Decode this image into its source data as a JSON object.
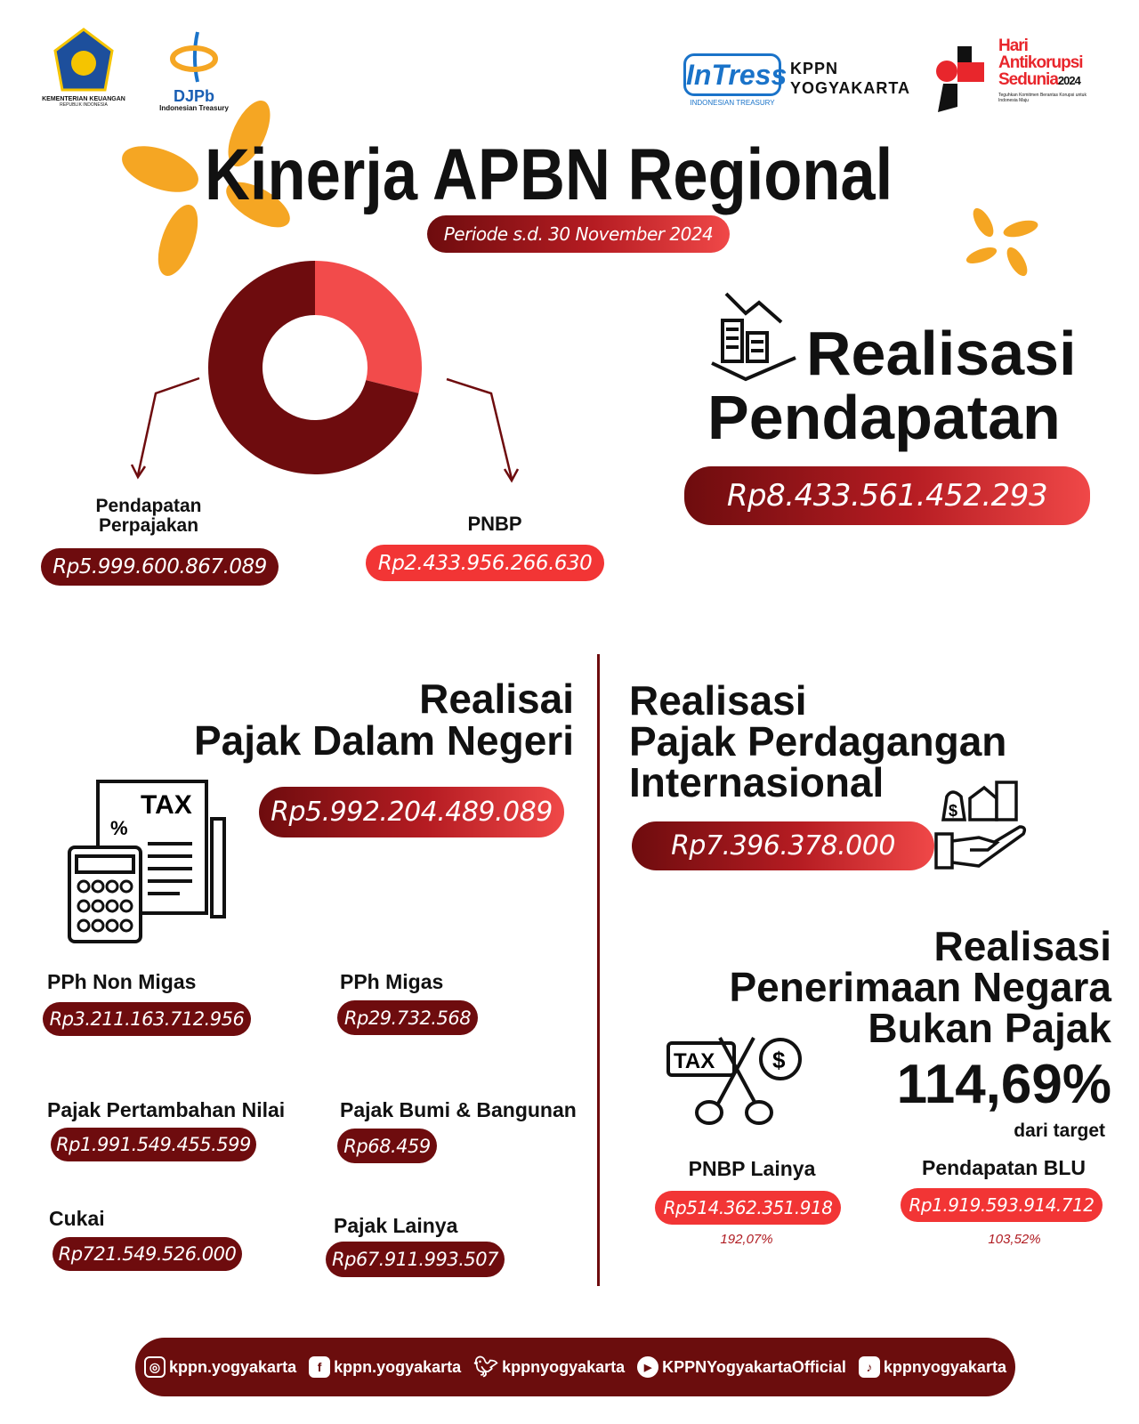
{
  "logos": {
    "kemenkeu": "KEMENTERIAN KEUANGAN",
    "kemenkeu_sub": "REPUBLIK INDONESIA",
    "djpb": "DJPb",
    "djpb_sub": "Indonesian Treasury",
    "intress": "InTress",
    "intress_sub": "INDONESIAN TREASURY",
    "kppn": "KPPN",
    "kppn_city": "YOGYAKARTA",
    "hakordia_1": "Hari",
    "hakordia_2": "Antikorupsi",
    "hakordia_3": "Sedunia",
    "hakordia_year": "2024",
    "hakordia_tag": "Teguhkan Komitmen Berantas Korupsi untuk Indonesia Maju"
  },
  "header": {
    "title": "Kinerja APBN Regional",
    "period": "Periode s.d. 30 November 2024"
  },
  "pendapatan": {
    "title_1": "Realisasi",
    "title_2": "Pendapatan",
    "total": "Rp8.433.561.452.293",
    "perpajakan_label_1": "Pendapatan",
    "perpajakan_label_2": "Perpajakan",
    "perpajakan_value": "Rp5.999.600.867.089",
    "pnbp_label": "PNBP",
    "pnbp_value": "Rp2.433.956.266.630"
  },
  "chart_data": {
    "type": "pie",
    "title": "Realisasi Pendapatan",
    "categories": [
      "Pendapatan Perpajakan",
      "PNBP"
    ],
    "values": [
      5999600867089,
      2433956266630
    ],
    "colors": [
      "#6e0c0e",
      "#f24b4b"
    ]
  },
  "pdn": {
    "title_1": "Realisai",
    "title_2": "Pajak Dalam Negeri",
    "total": "Rp5.992.204.489.089",
    "icon_text": "TAX",
    "items": [
      {
        "label": "PPh Non Migas",
        "value": "Rp3.211.163.712.956"
      },
      {
        "label": "PPh Migas",
        "value": "Rp29.732.568"
      },
      {
        "label": "Pajak Pertambahan Nilai",
        "value": "Rp1.991.549.455.599"
      },
      {
        "label": "Pajak Bumi & Bangunan",
        "value": "Rp68.459"
      },
      {
        "label": "Cukai",
        "value": "Rp721.549.526.000"
      },
      {
        "label": "Pajak Lainya",
        "value": "Rp67.911.993.507"
      }
    ]
  },
  "ppi": {
    "title_1": "Realisasi",
    "title_2": "Pajak Perdagangan",
    "title_3": "Internasional",
    "total": "Rp7.396.378.000"
  },
  "pnbp": {
    "title_1": "Realisasi",
    "title_2": "Penerimaan Negara",
    "title_3": "Bukan Pajak",
    "percent": "114,69%",
    "percent_caption": "dari target",
    "icon_text": "TAX",
    "items": [
      {
        "label": "PNBP Lainya",
        "value": "Rp514.362.351.918",
        "percent": "192,07%"
      },
      {
        "label": "Pendapatan BLU",
        "value": "Rp1.919.593.914.712",
        "percent": "103,52%"
      }
    ]
  },
  "footer": [
    {
      "icon": "instagram-icon",
      "handle": "kppn.yogyakarta"
    },
    {
      "icon": "facebook-icon",
      "handle": "kppn.yogyakarta"
    },
    {
      "icon": "twitter-icon",
      "handle": "kppnyogyakarta"
    },
    {
      "icon": "youtube-icon",
      "handle": "KPPNYogyakartaOfficial"
    },
    {
      "icon": "tiktok-icon",
      "handle": "kppnyogyakarta"
    }
  ],
  "colors": {
    "dark_red": "#6e0c0e",
    "red": "#f23535",
    "flower": "#f5a623"
  }
}
